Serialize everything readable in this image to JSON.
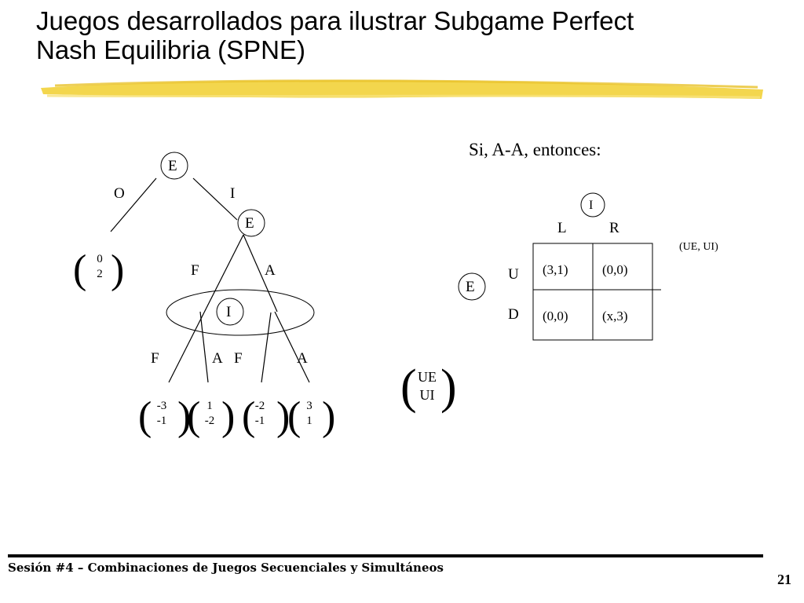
{
  "slide": {
    "title_line1": "Juegos desarrollados para ilustrar Subgame Perfect",
    "title_line2": "Nash Equilibria (SPNE)",
    "footer": "Sesión #4 – Combinaciones de Juegos Secuenciales y Simultáneos",
    "page_number": "21",
    "accent_color": "#f2d23a"
  },
  "tree": {
    "root": "E",
    "root_actions": [
      "O",
      "I"
    ],
    "outside_payoff": [
      "0",
      "2"
    ],
    "second_node": "E",
    "second_actions": [
      "F",
      "A"
    ],
    "info_set": "I",
    "info_actions": [
      "F",
      "A",
      "F",
      "A"
    ],
    "payoffs": [
      [
        "-3",
        "-1"
      ],
      [
        "1",
        "-2"
      ],
      [
        "-2",
        "-1"
      ],
      [
        "3",
        "1"
      ]
    ]
  },
  "matrix": {
    "heading": "Si, A-A, entonces:",
    "col_player": "I",
    "row_player": "E",
    "col_labels": [
      "L",
      "R"
    ],
    "row_labels": [
      "U",
      "D"
    ],
    "cells": [
      [
        "(3,1)",
        "(0,0)"
      ],
      [
        "(0,0)",
        "(x,3)"
      ]
    ],
    "equilibrium": "(UE, UI)",
    "strategy_vector": [
      "UE",
      "UI"
    ]
  }
}
